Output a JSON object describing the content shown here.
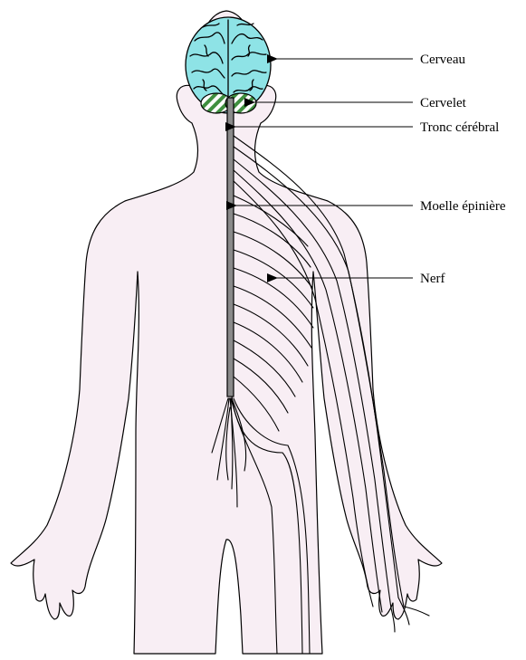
{
  "diagram": {
    "labels": {
      "cerveau": "Cerveau",
      "cervelet": "Cervelet",
      "tronc": "Tronc cérébral",
      "moelle": "Moelle épinière",
      "nerf": "Nerf"
    },
    "colors": {
      "skin": "#f8eef4",
      "outline": "#000000",
      "brain": "#8ee3e6",
      "cerebellum_stripe": "#3f8f3f",
      "spinal_cord": "#8a8a8a"
    }
  }
}
